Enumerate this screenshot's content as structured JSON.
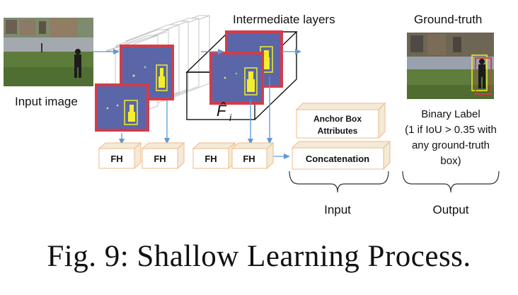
{
  "labels": {
    "input_image": "Input image",
    "intermediate_layers": "Intermediate layers",
    "ground_truth": "Ground-truth",
    "f_hat": "F̂",
    "f_sub": "i",
    "fh": "FH",
    "anchor_box_line1": "Anchor Box",
    "anchor_box_line2": "Attributes",
    "concatenation": "Concatenation",
    "binary_label": [
      "Binary Label",
      "(1 if IoU > 0.35 with",
      "any ground-truth",
      "box)"
    ],
    "input_brace": "Input",
    "output_brace": "Output"
  },
  "caption": "Fig. 9: Shallow Learning Process.",
  "colors": {
    "arrow": "#5b9bd5",
    "feature_map_fill": "#5a66a8",
    "feature_map_border": "#d23c4b",
    "highlight": "#f5ee2a",
    "box_face": "#ffffff",
    "box_border": "#f2b98a",
    "box_side": "#f3ead7"
  }
}
